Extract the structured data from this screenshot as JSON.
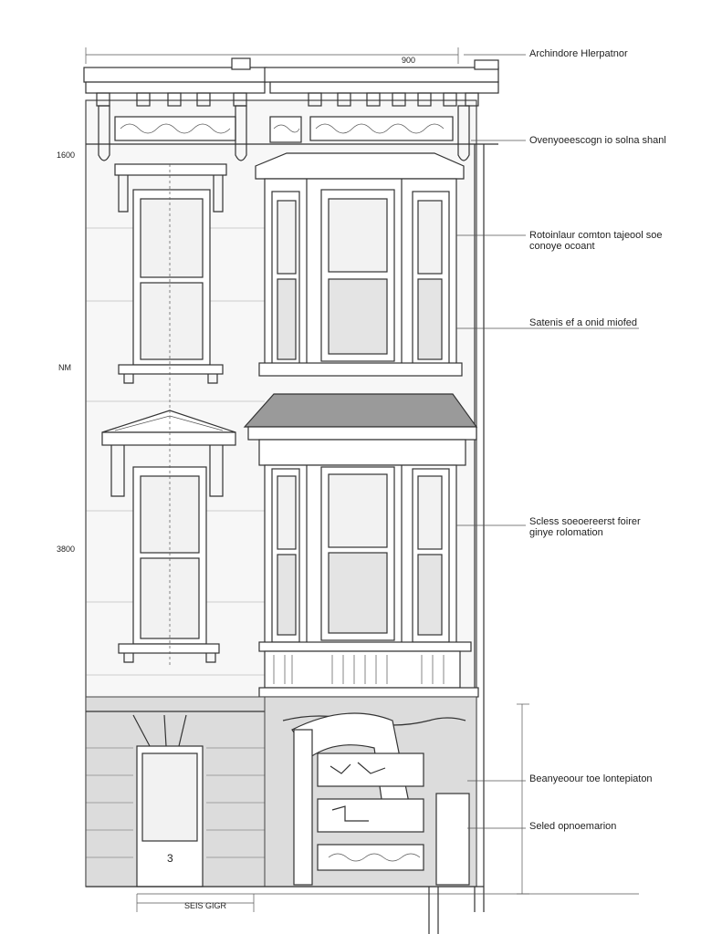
{
  "annotations": {
    "title": "Archindore Hlerpatnor",
    "cornice": "Ovenyoeescogn io solna shanl",
    "bay_upper_line1": "Rotoinlaur comton tajeool soe",
    "bay_upper_line2": "conoye ocoant",
    "sash": "Satenis ef a onid miofed",
    "bay_lower_line1": "Scless soeoereerst foirer",
    "bay_lower_line2": "ginye rolomation",
    "entry_ornament": "Beanyeoour toe lontepiaton",
    "stoop": "Seled opnoemarion"
  },
  "dimensions": {
    "top_width": "900",
    "level_1": "1600",
    "level_2": "NM",
    "level_3": "3800",
    "bottom_width": "SEIS GIGR",
    "door_number": "3"
  },
  "colors": {
    "line": "#333333",
    "roof": "#9a9a9a",
    "glass": "#f2f2f2"
  }
}
